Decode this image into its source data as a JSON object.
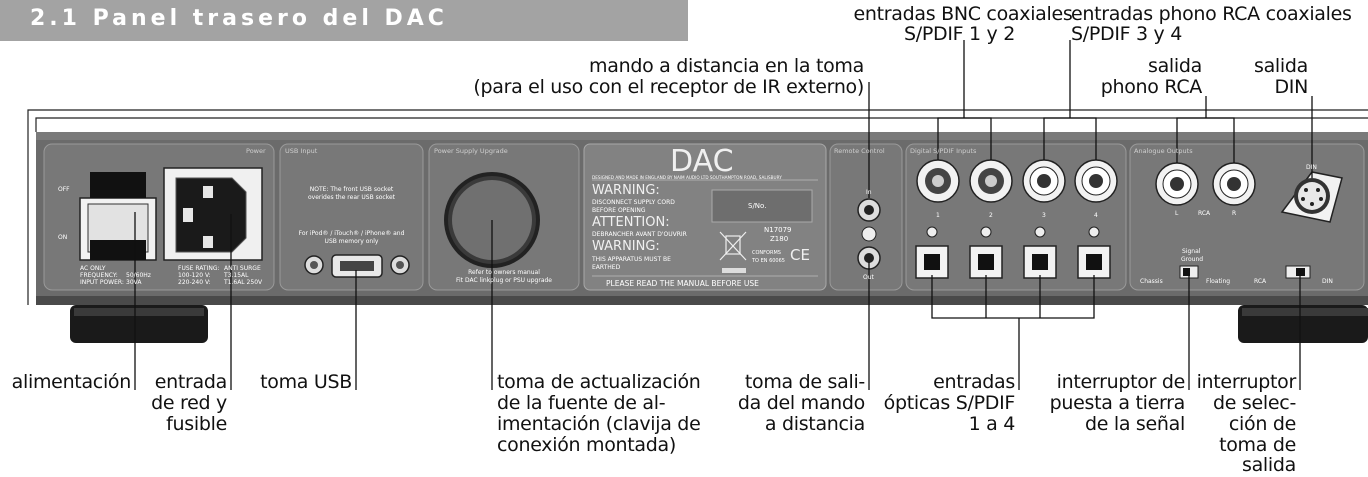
{
  "title": "2.1 Panel trasero del DAC",
  "callouts": {
    "bnc_line1": "entradas BNC coaxiales",
    "bnc_line2": "S/PDIF 1 y 2",
    "rca_in_line1": "entradas phono RCA coaxiales",
    "rca_in_line2": "S/PDIF 3 y 4",
    "remote_line1": "mando a distancia en la toma",
    "remote_line2": "(para el uso con el receptor de IR externo)",
    "rca_out_line1": "salida",
    "rca_out_line2": "phono RCA",
    "din_line1": "salida",
    "din_line2": "DIN",
    "power": "alimentación",
    "mains_line1": "entrada",
    "mains_line2": "de red y",
    "mains_line3": "fusible",
    "usb": "toma USB",
    "psu_line1": "toma de actualización",
    "psu_line2": "de la fuente de al-",
    "psu_line3": "imentación (clavija de",
    "psu_line4": "conexión montada)",
    "remote_out_line1": "toma de sali-",
    "remote_out_line2": "da del mando",
    "remote_out_line3": "a distancia",
    "optical_line1": "entradas",
    "optical_line2": "ópticas S/PDIF",
    "optical_line3": "1 a 4",
    "ground_line1": "interruptor de",
    "ground_line2": "puesta a tierra",
    "ground_line3": "de la señal",
    "select_line1": "interruptor",
    "select_line2": "de selec-",
    "select_line3": "ción de",
    "select_line4": "toma de",
    "select_line5": "salida"
  },
  "panel": {
    "sections": {
      "power": "Power",
      "usb": "USB Input",
      "psu": "Power Supply Upgrade",
      "remote": "Remote Control",
      "digital": "Digital S/PDIF Inputs",
      "analogue": "Analogue Outputs"
    },
    "switch_off": "OFF",
    "switch_on": "ON",
    "ac_only": "AC ONLY",
    "frequency": "FREQUENCY:",
    "frequency_val": "50/60Hz",
    "input_power": "INPUT POWER:",
    "input_power_val": "30VA",
    "fuse_rating": "FUSE RATING:",
    "fuse_v1": "100-120 V:",
    "fuse_v2": "220-240 V:",
    "anti_surge": "ANTI SURGE",
    "fuse_a1": "T3.15AL",
    "fuse_a2": "T1.6AL 250V",
    "usb_note1": "NOTE: The front USB socket",
    "usb_note2": "overides the rear USB socket",
    "usb_note3": "For iPod® / iTouch® / iPhone® and",
    "usb_note4": "USB memory only",
    "psu_note1": "Refer to owners manual",
    "psu_note2": "Fit DAC linkplug or PSU upgrade",
    "brand": "DAC",
    "made_in": "DESIGNED AND MADE IN ENGLAND BY NAIM AUDIO LTD SOUTHAMPTON ROAD, SALISBURY",
    "warn1_title": "WARNING:",
    "warn1_text1": "DISCONNECT SUPPLY CORD",
    "warn1_text2": "BEFORE OPENING",
    "attention_title": "ATTENTION:",
    "attention_text": "DEBRANCHER AVANT D'OUVRIR",
    "warn2_title": "WARNING:",
    "warn2_text1": "THIS APPARATUS MUST BE",
    "warn2_text2": "EARTHED",
    "serial": "S/No.",
    "code1": "N17079",
    "code2": "Z180",
    "conforms1": "CONFORMS",
    "conforms2": "TO EN 60065",
    "read_manual": "PLEASE READ THE MANUAL BEFORE USE",
    "remote_in": "In",
    "remote_out": "Out",
    "input_numbers": [
      "1",
      "2",
      "3",
      "4"
    ],
    "rca_l": "L",
    "rca_mid": "RCA",
    "rca_r": "R",
    "din": "DIN",
    "signal": "Signal",
    "ground": "Ground",
    "chassis": "Chassis",
    "floating": "Floating",
    "sel_rca": "RCA",
    "sel_din": "DIN"
  }
}
